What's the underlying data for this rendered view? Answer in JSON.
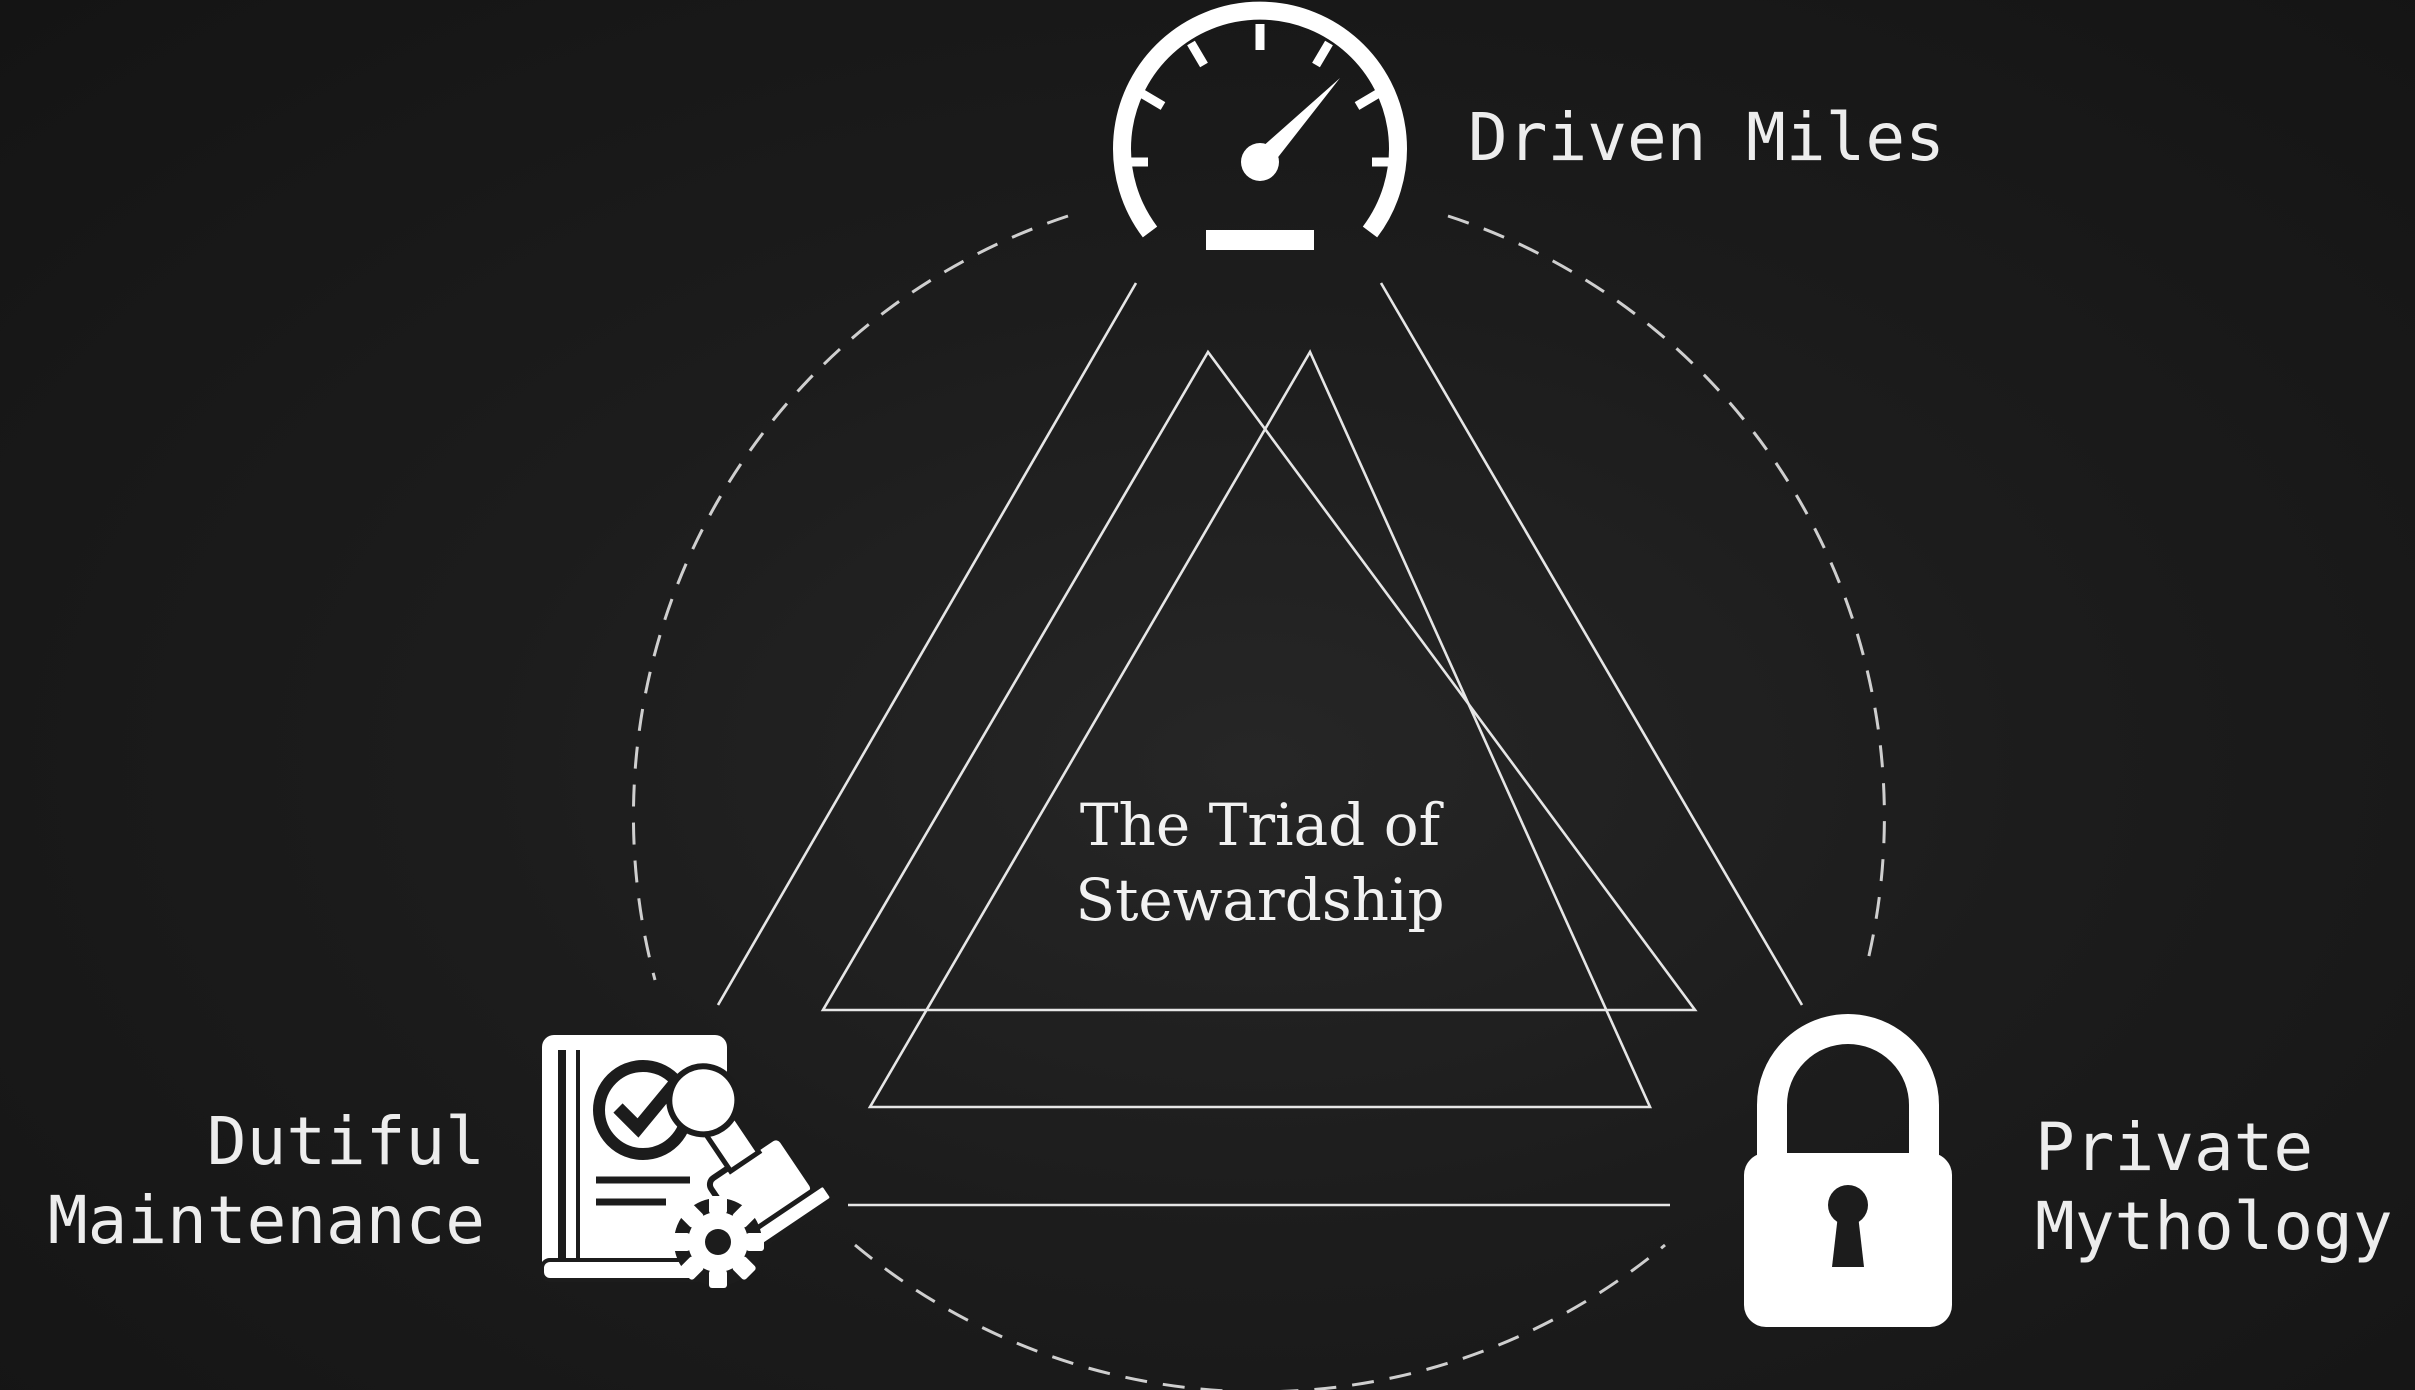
{
  "diagram": {
    "center": {
      "line1": "The Triad of",
      "line2": "Stewardship"
    },
    "nodes": {
      "top": {
        "label": "Driven Miles",
        "icon": "speedometer-icon"
      },
      "left": {
        "line1": "Dutiful",
        "line2": "Maintenance",
        "icon": "document-stamp-gear-icon"
      },
      "right": {
        "line1": "Private",
        "line2": "Mythology",
        "icon": "padlock-icon"
      }
    },
    "colors": {
      "background": "#1a1a1a",
      "stroke": "#e8e8e8",
      "text": "#ededed"
    }
  }
}
